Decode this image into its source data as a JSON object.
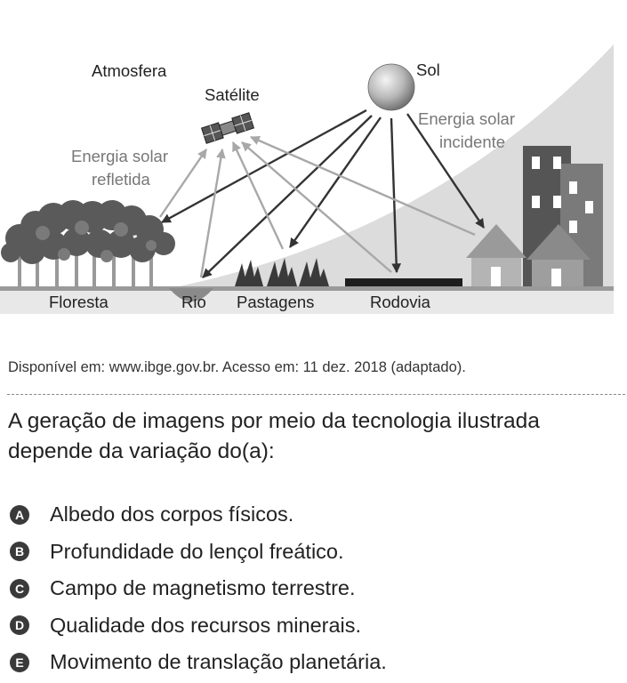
{
  "figure": {
    "labels": {
      "atmosfera": "Atmosfera",
      "satelite": "Satélite",
      "sol": "Sol",
      "energia_incidente_1": "Energia solar",
      "energia_incidente_2": "incidente",
      "energia_refletida_1": "Energia solar",
      "energia_refletida_2": "refletida",
      "floresta": "Floresta",
      "rio": "Rio",
      "pastagens": "Pastagens",
      "rodovia": "Rodovia"
    },
    "colors": {
      "incident_arrow": "#333333",
      "reflected_arrow": "#a8a8a8",
      "atmosphere": "#dcdcdc",
      "ground": "#aaaaaa"
    }
  },
  "source": "Disponível em: www.ibge.gov.br. Acesso em: 11 dez. 2018 (adaptado).",
  "question": "A geração de imagens por meio da tecnologia ilustrada depende da variação do(a):",
  "options": [
    {
      "letter": "A",
      "text": "Albedo dos corpos físicos."
    },
    {
      "letter": "B",
      "text": "Profundidade do lençol freático."
    },
    {
      "letter": "C",
      "text": "Campo de magnetismo terrestre."
    },
    {
      "letter": "D",
      "text": "Qualidade dos recursos minerais."
    },
    {
      "letter": "E",
      "text": "Movimento de translação planetária."
    }
  ]
}
